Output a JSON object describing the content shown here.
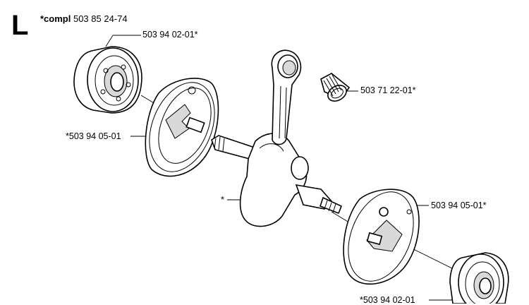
{
  "group_letter": "L",
  "kit": {
    "prefix": "*compl",
    "number": "503 85 24-74"
  },
  "parts": {
    "bearing_top": "503 94 02-01*",
    "needle_bearing": "503 71 22-01*",
    "crank_half_left": "*503 94 05-01",
    "crankshaft": "*",
    "crank_half_right": "503 94 05-01*",
    "bearing_bottom": "*503 94 02-01"
  }
}
